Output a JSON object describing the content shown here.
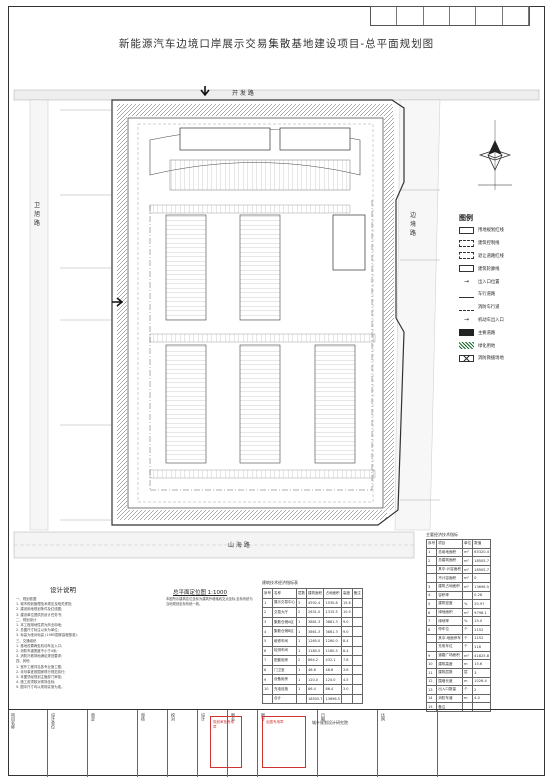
{
  "title": "新能源汽车边境口岸展示交易集散基地建设项目-总平面规划图",
  "roads": {
    "north": "开 发 路",
    "south": "山 海 路",
    "west": "卫 旭 路",
    "east": "边 境 路"
  },
  "legend": {
    "heading": "图例",
    "items": [
      {
        "label": "用地规划红线",
        "style": "solid"
      },
      {
        "label": "建筑控制线",
        "style": "dashed"
      },
      {
        "label": "退让道路红线",
        "style": "dashed"
      },
      {
        "label": "建筑轮廓线",
        "style": "solid"
      },
      {
        "label": "出入口位置",
        "style": "arrow"
      },
      {
        "label": "车行道路",
        "style": "line"
      },
      {
        "label": "消防车行道",
        "style": "dashdot"
      },
      {
        "label": "机动车出入口",
        "style": "arrow"
      },
      {
        "label": "主要道路",
        "style": "dark"
      },
      {
        "label": "绿化用地",
        "style": "hatch"
      },
      {
        "label": "消防救援场地",
        "style": "x"
      }
    ],
    "colors": {
      "red": "#c33333",
      "green": "#1a6b2f",
      "line": "#333333"
    }
  },
  "design_notes": {
    "heading": "设计说明",
    "lines": [
      "一、规划依据",
      "1. 城市规划管理技术规定及相关规范;",
      "2. 建设用地规划条件及红线图;",
      "3. 建设单位提供的设计任务书;",
      "二、规划设计",
      "1. 本工程用地性质为商业用地;",
      "2. 总图尺寸标注以米为单位;",
      "3. 标高为绝对标高 (1985国家高程基准);",
      "三、交通组织",
      "1. 基地设置两处机动车出入口;",
      "2. 消防车道宽度不小于4米;",
      "3. 消防扑救场地满足规范要求;",
      "四、其他",
      "1. 室外工程详见各专业施工图;",
      "2. 未尽事宜按国家现行规范执行;",
      "3. 本图须经规划主管部门审批;",
      "4. 施工前须核对现场坐标;",
      "5. 图中尺寸均以现场实测为准。"
    ]
  },
  "site_map": {
    "title": "总平面定位图 1:1000",
    "text": "本图所示建筑定位坐标为建筑外墙轴线交点坐标,坐标系统与当地规划坐标系统一致。"
  },
  "building_table": {
    "caption": "建筑技术经济指标表",
    "rows": [
      [
        "序号",
        "名称",
        "层数",
        "建筑面积",
        "占地面积",
        "高度",
        "备注"
      ],
      [
        "1",
        "展示交易中心",
        "3",
        "4592.4",
        "1530.8",
        "15.6",
        ""
      ],
      [
        "2",
        "交易大厅",
        "2",
        "2631.0",
        "1315.5",
        "10.5",
        ""
      ],
      [
        "3",
        "集散仓储A区",
        "1",
        "3861.3",
        "3861.3",
        "9.0",
        ""
      ],
      [
        "4",
        "集散仓储B区",
        "1",
        "3861.3",
        "3861.3",
        "9.0",
        ""
      ],
      [
        "5",
        "维修车间",
        "1",
        "1260.0",
        "1260.0",
        "8.4",
        ""
      ],
      [
        "6",
        "检测车间",
        "1",
        "1180.5",
        "1180.5",
        "8.4",
        ""
      ],
      [
        "7",
        "配套用房",
        "2",
        "864.2",
        "432.1",
        "7.8",
        ""
      ],
      [
        "8",
        "门卫室",
        "1",
        "48.6",
        "48.6",
        "3.6",
        ""
      ],
      [
        "9",
        "设备用房",
        "1",
        "120.0",
        "120.0",
        "4.5",
        ""
      ],
      [
        "10",
        "充电设施",
        "1",
        "86.4",
        "86.4",
        "3.0",
        ""
      ],
      [
        "",
        "合计",
        "",
        "18505.7",
        "13696.5",
        "",
        ""
      ]
    ]
  },
  "econ_table": {
    "caption": "主要经济技术指标",
    "rows": [
      [
        "序号",
        "项目",
        "单位",
        "数值"
      ],
      [
        "1",
        "总用地面积",
        "m²",
        "65320.4"
      ],
      [
        "2",
        "总建筑面积",
        "m²",
        "18505.7"
      ],
      [
        "",
        "其中:计容面积",
        "m²",
        "18505.7"
      ],
      [
        "",
        "不计容面积",
        "m²",
        "0"
      ],
      [
        "3",
        "建筑占地面积",
        "m²",
        "13696.5"
      ],
      [
        "4",
        "容积率",
        "",
        "0.28"
      ],
      [
        "5",
        "建筑密度",
        "%",
        "20.97"
      ],
      [
        "6",
        "绿地面积",
        "m²",
        "9798.1"
      ],
      [
        "7",
        "绿地率",
        "%",
        "15.0"
      ],
      [
        "8",
        "停车位",
        "个",
        "1152"
      ],
      [
        "",
        "其中:地面停车",
        "个",
        "1152"
      ],
      [
        "",
        "充电车位",
        "个",
        "116"
      ],
      [
        "9",
        "道路广场面积",
        "m²",
        "41825.8"
      ],
      [
        "10",
        "建筑高度",
        "m",
        "15.6"
      ],
      [
        "11",
        "建筑层数",
        "层",
        "3"
      ],
      [
        "12",
        "围墙长度",
        "m",
        "1026.4"
      ],
      [
        "13",
        "出入口数量",
        "个",
        "2"
      ],
      [
        "14",
        "消防车道",
        "m",
        "4.0"
      ],
      [
        "15",
        "备注",
        "",
        ""
      ]
    ]
  },
  "title_block": {
    "cells": [
      "项目名称",
      "设计单位",
      "审定",
      "审核",
      "校对",
      "设计",
      "图名",
      "图号",
      "日期",
      "比例"
    ],
    "stamp1": "规划审批专用章",
    "stamp2": "出图专用章",
    "company": "城乡规划设计研究院"
  }
}
